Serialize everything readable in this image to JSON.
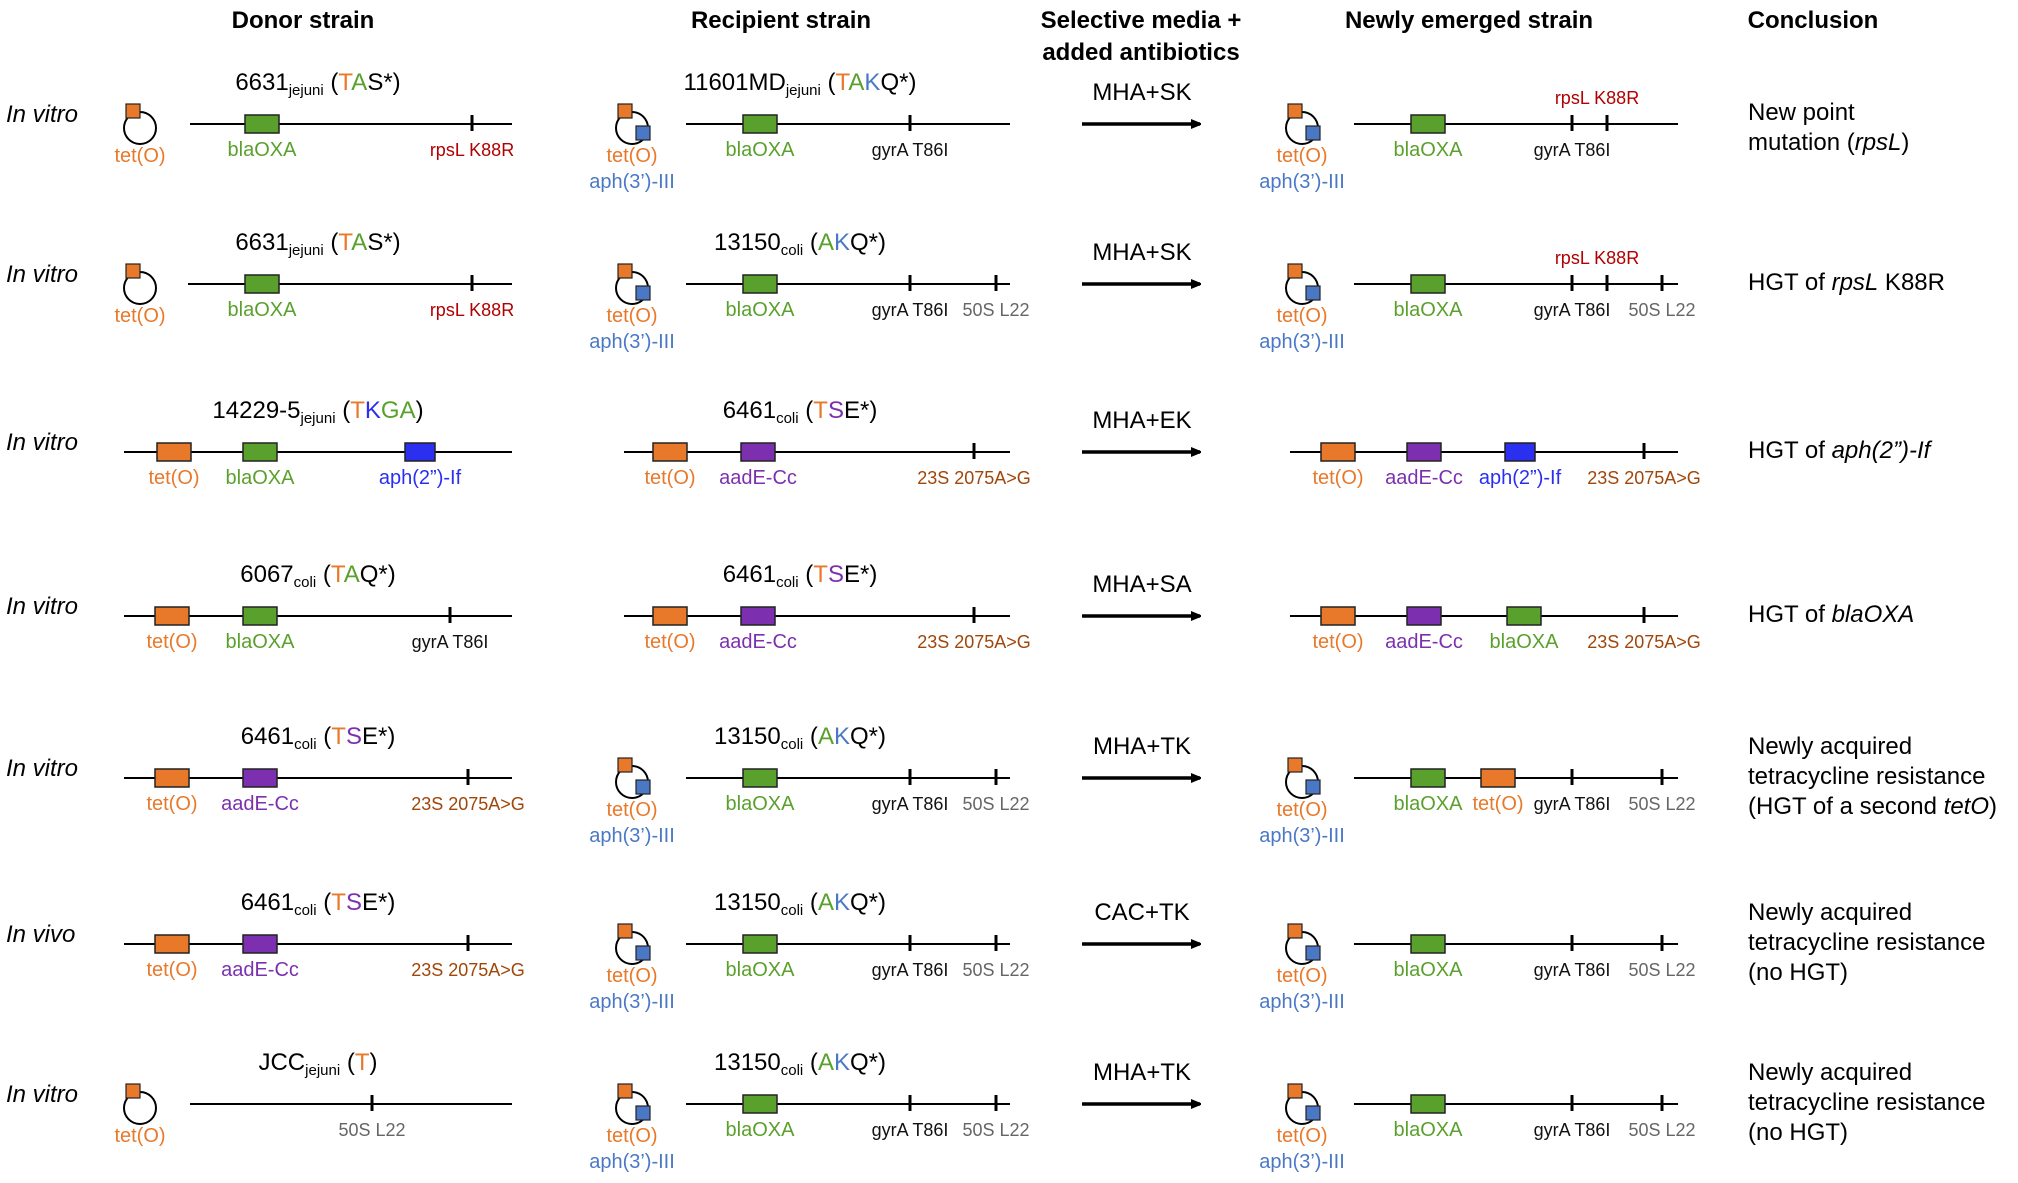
{
  "headers": {
    "donor": "Donor strain",
    "recipient": "Recipient strain",
    "media_line1": "Selective media +",
    "media_line2": "added antibiotics",
    "emerged": "Newly emerged strain",
    "conclusion": "Conclusion"
  },
  "colors": {
    "tet": "#e8792b",
    "aph3": "#4a78c5",
    "bla": "#5aa02c",
    "aph2": "#2a2ff0",
    "aade": "#7c30b0",
    "rps": "#b00000",
    "s23": "#a0460a",
    "l22": "#666666",
    "gyr": "#111111"
  },
  "rows": [
    {
      "condition": "In vitro",
      "donor": {
        "name": "6631",
        "sub": "jejuni",
        "profile": [
          {
            "c": "T",
            "col": "tet"
          },
          {
            "c": "A",
            "col": "bla"
          },
          {
            "c": "S*",
            "col": "black"
          }
        ]
      },
      "recipient": {
        "name": "11601MD",
        "sub": "jejuni",
        "profile": [
          {
            "c": "T",
            "col": "tet"
          },
          {
            "c": "A",
            "col": "bla"
          },
          {
            "c": "K",
            "col": "aph3"
          },
          {
            "c": "Q*",
            "col": "black"
          }
        ]
      },
      "media": "MHA+SK",
      "conclusion": [
        [
          {
            "t": "New point"
          }
        ],
        [
          {
            "t": "mutation ("
          },
          {
            "t": "rpsL",
            "i": true
          },
          {
            "t": ")"
          }
        ]
      ]
    },
    {
      "condition": "In vitro",
      "donor": {
        "name": "6631",
        "sub": "jejuni",
        "profile": [
          {
            "c": "T",
            "col": "tet"
          },
          {
            "c": "A",
            "col": "bla"
          },
          {
            "c": "S*",
            "col": "black"
          }
        ]
      },
      "recipient": {
        "name": "13150",
        "sub": "coli",
        "profile": [
          {
            "c": "A",
            "col": "bla"
          },
          {
            "c": "K",
            "col": "aph3"
          },
          {
            "c": "Q*",
            "col": "black"
          }
        ]
      },
      "media": "MHA+SK",
      "conclusion": [
        [
          {
            "t": "HGT of "
          },
          {
            "t": "rpsL",
            "i": true
          },
          {
            "t": " K88R"
          }
        ]
      ]
    },
    {
      "condition": "In vitro",
      "donor": {
        "name": "14229-5",
        "sub": "jejuni",
        "profile": [
          {
            "c": "T",
            "col": "tet"
          },
          {
            "c": "K",
            "col": "aph2"
          },
          {
            "c": "G",
            "col": "bla"
          },
          {
            "c": "A",
            "col": "bla"
          }
        ]
      },
      "recipient": {
        "name": "6461",
        "sub": "coli",
        "profile": [
          {
            "c": "T",
            "col": "tet"
          },
          {
            "c": "S",
            "col": "aade"
          },
          {
            "c": "E*",
            "col": "black"
          }
        ]
      },
      "media": "MHA+EK",
      "conclusion": [
        [
          {
            "t": "HGT of "
          },
          {
            "t": "aph(2”)-If",
            "i": true
          }
        ]
      ]
    },
    {
      "condition": "In vitro",
      "donor": {
        "name": "6067",
        "sub": "coli",
        "profile": [
          {
            "c": "T",
            "col": "tet"
          },
          {
            "c": "A",
            "col": "bla"
          },
          {
            "c": "Q*",
            "col": "black"
          }
        ]
      },
      "recipient": {
        "name": "6461",
        "sub": "coli",
        "profile": [
          {
            "c": "T",
            "col": "tet"
          },
          {
            "c": "S",
            "col": "aade"
          },
          {
            "c": "E*",
            "col": "black"
          }
        ]
      },
      "media": "MHA+SA",
      "conclusion": [
        [
          {
            "t": "HGT of "
          },
          {
            "t": "blaOXA",
            "i": true
          }
        ]
      ]
    },
    {
      "condition": "In vitro",
      "donor": {
        "name": "6461",
        "sub": "coli",
        "profile": [
          {
            "c": "T",
            "col": "tet"
          },
          {
            "c": "S",
            "col": "aade"
          },
          {
            "c": "E*",
            "col": "black"
          }
        ]
      },
      "recipient": {
        "name": "13150",
        "sub": "coli",
        "profile": [
          {
            "c": "A",
            "col": "bla"
          },
          {
            "c": "K",
            "col": "aph3"
          },
          {
            "c": "Q*",
            "col": "black"
          }
        ]
      },
      "media": "MHA+TK",
      "conclusion": [
        [
          {
            "t": "Newly acquired"
          }
        ],
        [
          {
            "t": "tetracycline resistance"
          }
        ],
        [
          {
            "t": "(HGT of a second "
          },
          {
            "t": "tetO",
            "i": true
          },
          {
            "t": ")"
          }
        ]
      ]
    },
    {
      "condition": "In vivo",
      "donor": {
        "name": "6461",
        "sub": "coli",
        "profile": [
          {
            "c": "T",
            "col": "tet"
          },
          {
            "c": "S",
            "col": "aade"
          },
          {
            "c": "E*",
            "col": "black"
          }
        ]
      },
      "recipient": {
        "name": "13150",
        "sub": "coli",
        "profile": [
          {
            "c": "A",
            "col": "bla"
          },
          {
            "c": "K",
            "col": "aph3"
          },
          {
            "c": "Q*",
            "col": "black"
          }
        ]
      },
      "media": "CAC+TK",
      "conclusion": [
        [
          {
            "t": "Newly acquired"
          }
        ],
        [
          {
            "t": "tetracycline resistance"
          }
        ],
        [
          {
            "t": "(no HGT)"
          }
        ]
      ]
    },
    {
      "condition": "In vitro",
      "donor": {
        "name": "JCC",
        "sub": "jejuni",
        "profile": [
          {
            "c": "T",
            "col": "tet"
          }
        ]
      },
      "recipient": {
        "name": "13150",
        "sub": "coli",
        "profile": [
          {
            "c": "A",
            "col": "bla"
          },
          {
            "c": "K",
            "col": "aph3"
          },
          {
            "c": "Q*",
            "col": "black"
          }
        ]
      },
      "media": "MHA+TK",
      "conclusion": [
        [
          {
            "t": "Newly acquired"
          }
        ],
        [
          {
            "t": "tetracycline resistance"
          }
        ],
        [
          {
            "t": "(no HGT)"
          }
        ]
      ]
    }
  ],
  "labels": {
    "tet": "tet(O)",
    "aph3": "aph(3’)-III",
    "bla": "blaOXA",
    "aph2": "aph(2”)-If",
    "aade": "aadE-Cc",
    "rps": "rpsL K88R",
    "gyr": "gyrA T86I",
    "l22": "50S L22",
    "s23": "23S 2075A>G"
  }
}
